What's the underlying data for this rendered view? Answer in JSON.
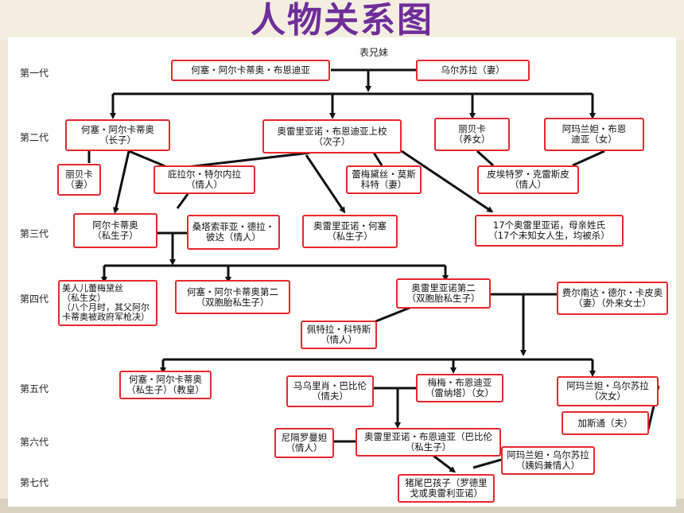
{
  "title": "人物关系图",
  "top_label": "表兄妹",
  "generations": [
    "第一代",
    "第二代",
    "第三代",
    "第四代",
    "第五代",
    "第六代",
    "第七代"
  ],
  "nodes": {
    "g1_jose": "何塞・阿尔卡蒂奥・布恩迪亚",
    "g1_ursula": "乌尔苏拉（妻）",
    "g2_jose": "何塞・阿尔卡蒂奥\n（长子）",
    "g2_aureliano": "奥雷里亚诺・布恩迪亚上校\n（次子）",
    "g2_rebeca": "丽贝卡\n（养女）",
    "g2_amaranta": "阿玛兰妲・布恩\n迪亚（女）",
    "g2_rebeca_wife": "丽贝卡\n（妻）",
    "g2_pilar": "庇拉尔・特尔内拉\n（情人）",
    "g2_remedios": "蕾梅黛丝・莫斯\n科特（妻）",
    "g2_pietro": "皮埃特罗・克雷斯皮\n（情人）",
    "g3_arcadio": "阿尔卡蒂奥\n（私生子）",
    "g3_santa": "桑塔索菲亚・德拉・\n彼达（情人）",
    "g3_aureliano_jose": "奥雷里亚诺・何塞\n（私生子）",
    "g3_17": "17个奥雷里亚诺，母亲姓氏\n（17个未知女人生，均被杀）",
    "g4_remedios": "美人儿蕾梅黛丝\n（私生女）\n（八个月时，其父阿尔\n卡蒂奥被政府军枪决）",
    "g4_jose_second": "何塞・阿尔卡蒂奥第二\n（双胞胎私生子）",
    "g4_aureliano_second": "奥雷里亚诺第二\n（双胞胎私生子）",
    "g4_fernanda": "费尔南达・德尔・卡皮奥\n（妻）（外来女士）",
    "g4_petra": "佩特拉・科特斯\n（情人）",
    "g5_jose": "何塞・阿尔卡蒂奥\n（私生子）（教皇）",
    "g5_mauricio": "马乌里肖・巴比伦\n（情夫）",
    "g5_meme": "梅梅・布恩迪亚\n（雷纳塔）（女）",
    "g5_amaranta_ursula": "阿玛兰妲・乌尔苏拉\n（次女）",
    "g5_gaston": "加斯通（夫）",
    "g6_nigromanta": "尼隔罗曼妲\n（情人）",
    "g6_aureliano": "奥雷里亚诺・布恩迪亚（巴比伦\n（私生子）",
    "g6_amaranta": "阿玛兰妲・乌尔苏拉\n（姨妈兼情人）",
    "g7_child": "猪尾巴孩子（罗德里\n戈或奥雷利亚诺）"
  },
  "colors": {
    "title": "#6f2d9a",
    "border": "#e8282b",
    "line": "#111111"
  }
}
